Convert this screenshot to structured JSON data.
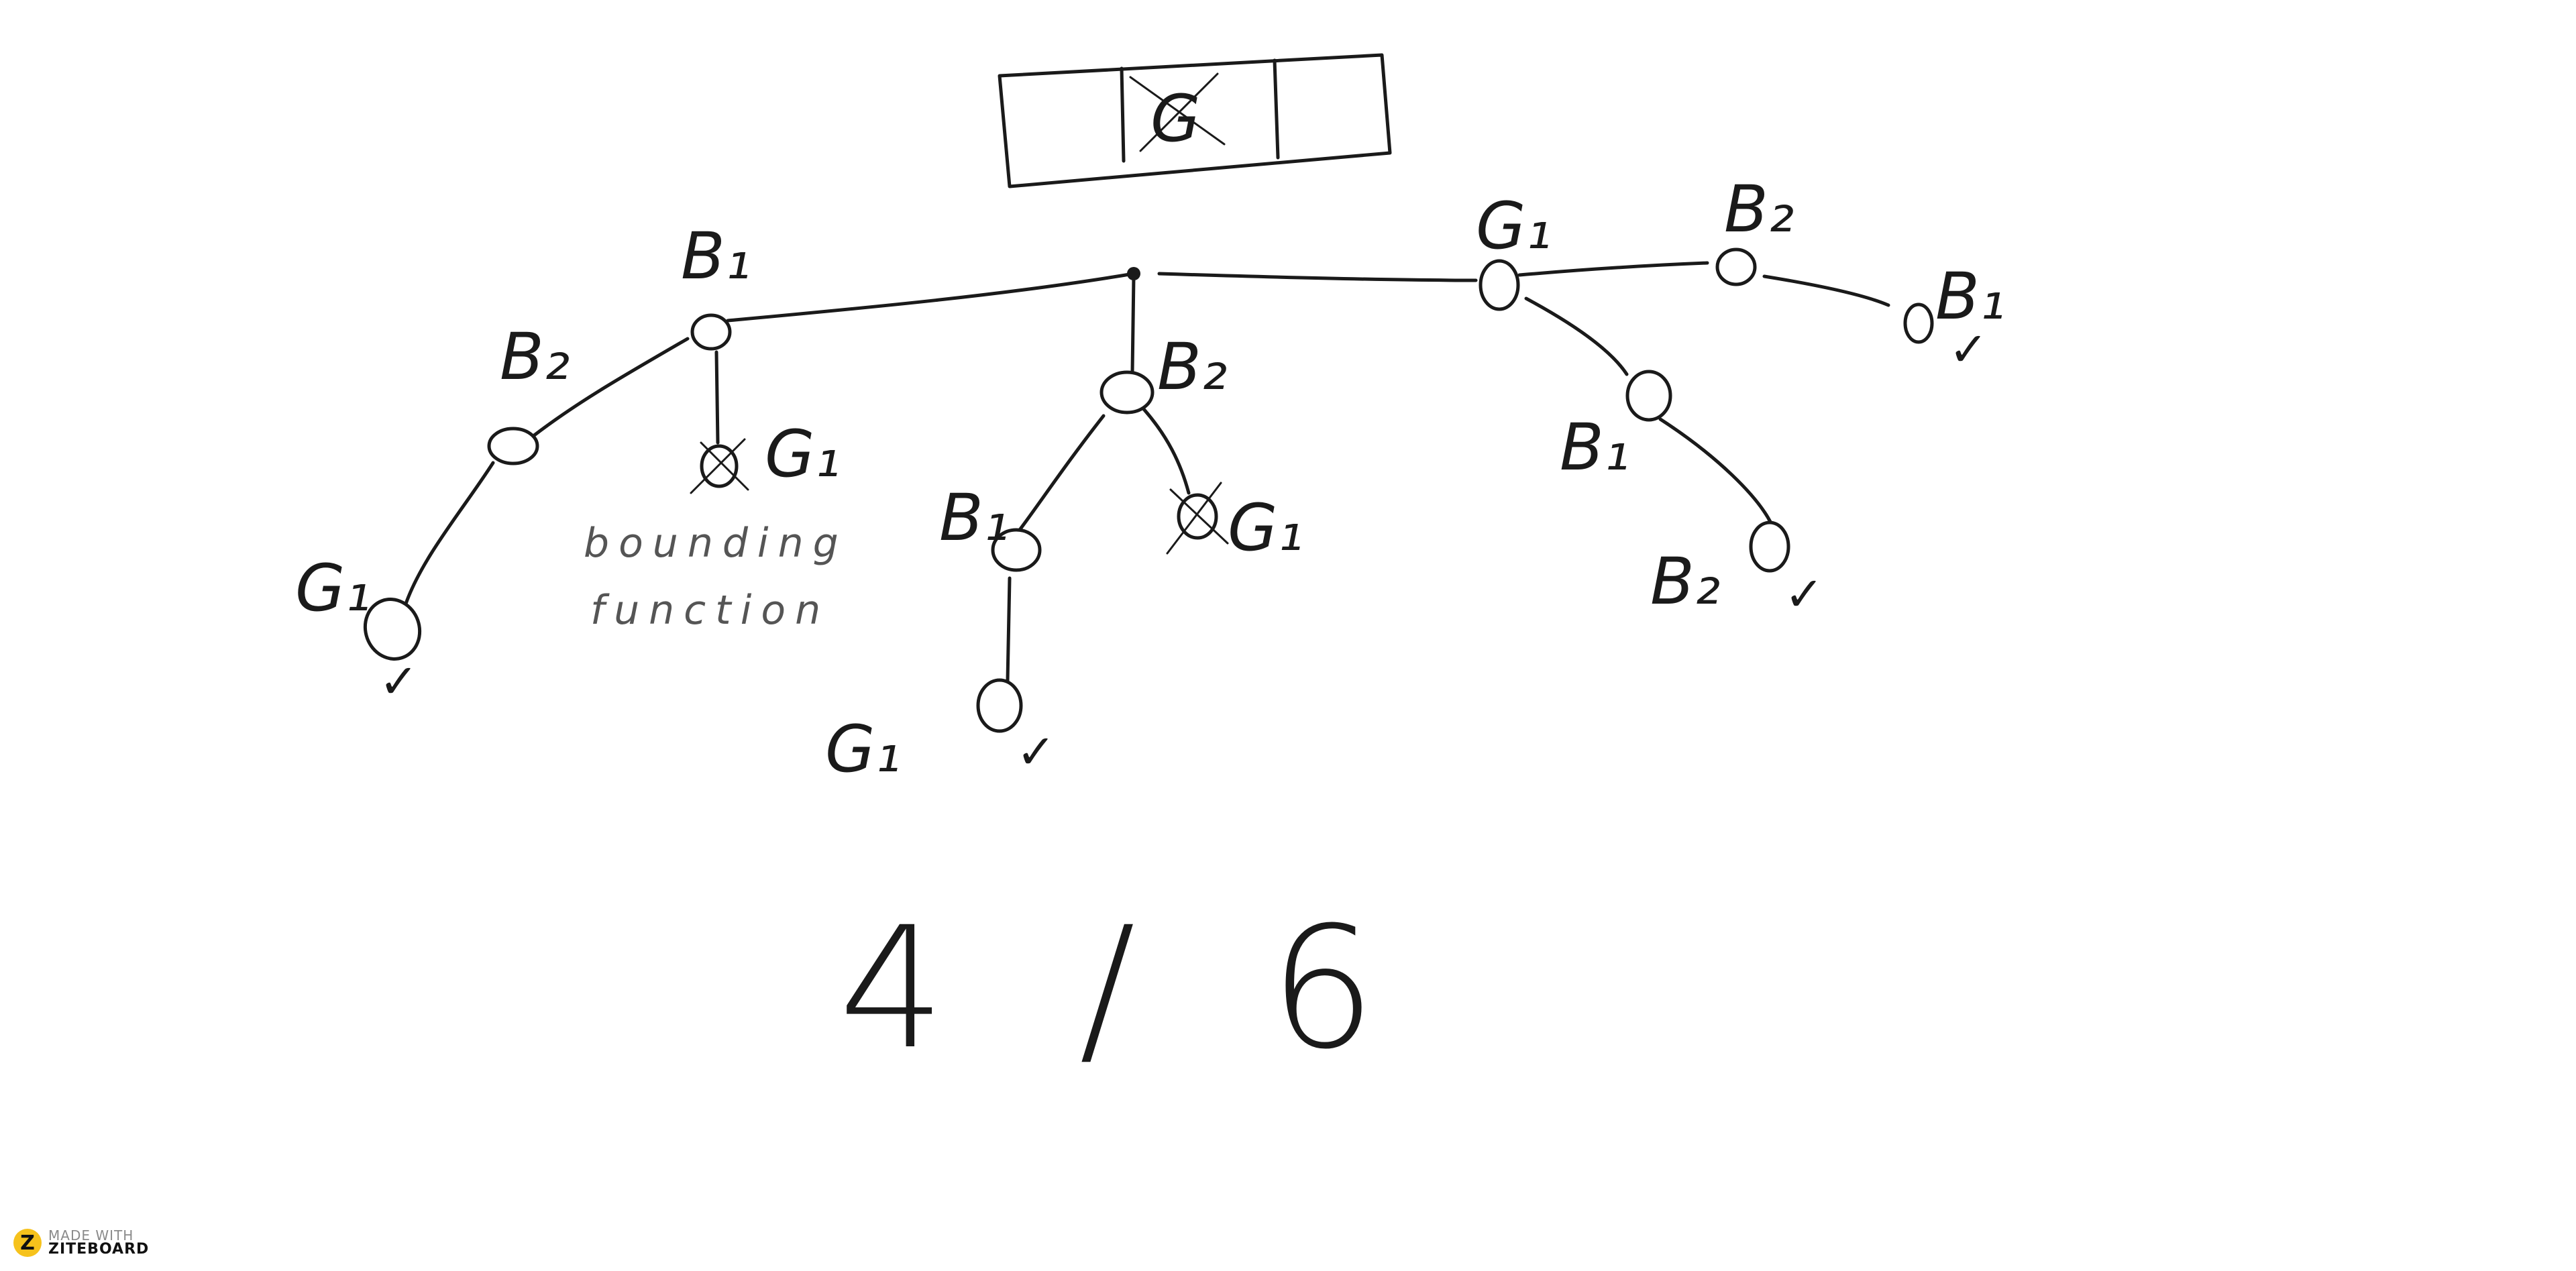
{
  "board": {
    "header_cells": [
      "",
      "G",
      ""
    ],
    "annotations": {
      "bounding_function_line1": "bounding",
      "bounding_function_line2": "function",
      "ratio": "4 / 6"
    },
    "checkmark": "✓",
    "watermark": {
      "line1": "MADE WITH",
      "line2": "ZITEBOARD",
      "logo_letter": "Z"
    }
  },
  "tree": {
    "root": {
      "children": [
        {
          "edge_label": "B₁",
          "children": [
            {
              "edge_label": "B₂",
              "children": [
                {
                  "edge_label": "G₁",
                  "accepted": true
                }
              ]
            },
            {
              "edge_label": "G₁",
              "pruned": true
            }
          ]
        },
        {
          "edge_label": "B₂",
          "children": [
            {
              "edge_label": "B₁",
              "children": [
                {
                  "edge_label": "G₁",
                  "accepted": true
                }
              ]
            },
            {
              "edge_label": "G₁",
              "pruned": true
            }
          ]
        },
        {
          "edge_label": "G₁",
          "children": [
            {
              "edge_label": "B₂",
              "children": [
                {
                  "edge_label": "B₁",
                  "accepted": true
                }
              ]
            },
            {
              "edge_label": "B₁",
              "children": [
                {
                  "edge_label": "B₂",
                  "accepted": true
                }
              ]
            }
          ]
        }
      ]
    }
  },
  "colors": {
    "ink": "#1a1a1a",
    "note_ink": "#555555",
    "logo": "#f6c21c"
  }
}
